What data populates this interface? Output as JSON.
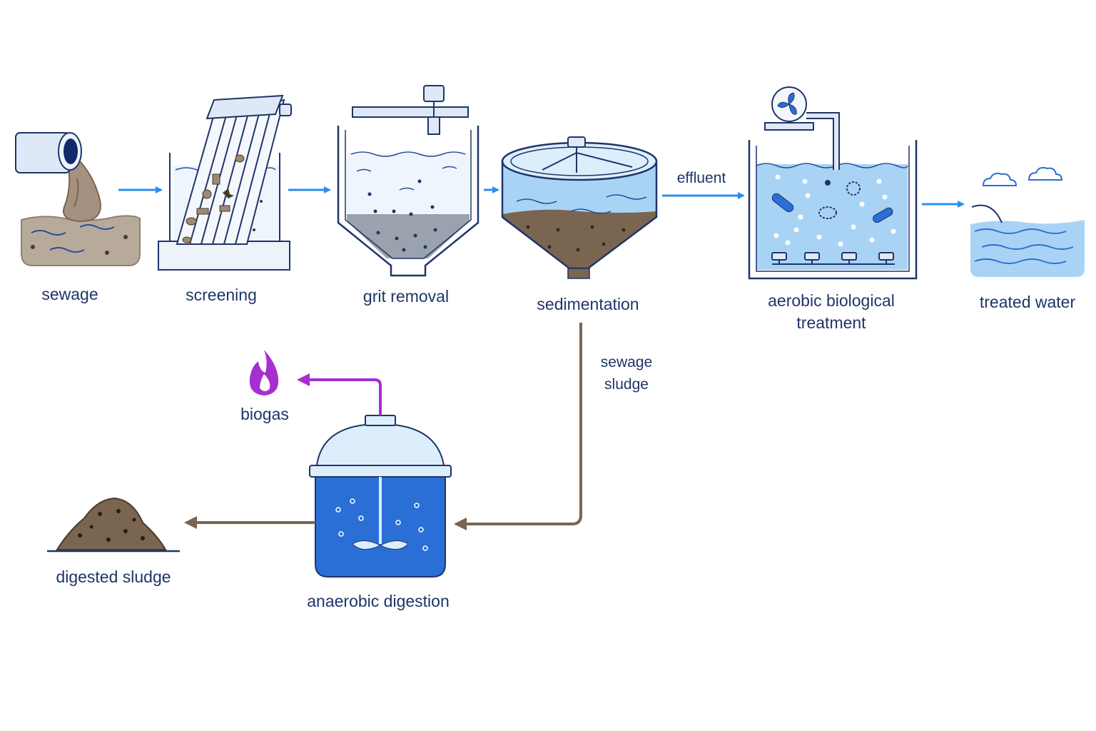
{
  "stages": {
    "sewage": "sewage",
    "screening": "screening",
    "grit_removal": "grit removal",
    "sedimentation": "sedimentation",
    "aerobic_line1": "aerobic biological",
    "aerobic_line2": "treatment",
    "treated_water": "treated water",
    "biogas": "biogas",
    "anaerobic_digestion": "anaerobic digestion",
    "digested_sludge": "digested sludge"
  },
  "flows": {
    "effluent": "effluent",
    "sewage_sludge_line1": "sewage",
    "sewage_sludge_line2": "sludge"
  },
  "colors": {
    "outline": "#1f3569",
    "water": "#a9d3f5",
    "water_light": "#dceefb",
    "arrow_blue": "#2a8ef0",
    "sludge_brown": "#7a6551",
    "biogas_purple": "#a52fd0",
    "digester_blue": "#2a6fd6"
  }
}
